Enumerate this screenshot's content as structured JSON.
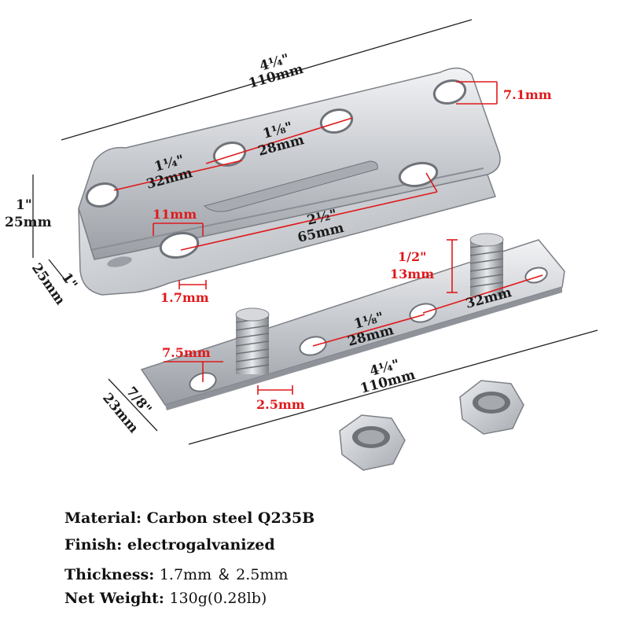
{
  "bracket": {
    "length_in": "4¼\"",
    "length_mm": "110mm",
    "hole_dia": "7.1mm",
    "spacing1_in": "1¼\"",
    "spacing1_mm": "32mm",
    "spacing2_in": "1⅛\"",
    "spacing2_mm": "28mm",
    "height_in": "1\"",
    "height_mm": "25mm",
    "depth_in": "1\"",
    "depth_mm": "25mm",
    "slot_w": "11mm",
    "span_in": "2½\"",
    "span_mm": "65mm",
    "thickness": "1.7mm"
  },
  "plate": {
    "stud_h_in": "1/2\"",
    "stud_h_mm": "13mm",
    "spacing_a_mm": "32mm",
    "spacing_b_in": "1⅛\"",
    "spacing_b_mm": "28mm",
    "hole_dia": "7.5mm",
    "length_in": "4¼\"",
    "length_mm": "110mm",
    "width_in": "7/8\"",
    "width_mm": "23mm",
    "thickness": "2.5mm"
  },
  "specs": [
    {
      "label": "Material:",
      "value": "Carbon steel Q235B"
    },
    {
      "label": "Finish:",
      "value": "electrogalvanized"
    },
    {
      "label": "Thickness:",
      "value": "1.7mm ＆ 2.5mm"
    },
    {
      "label": "Net Weight:",
      "value": "130g(0.28lb)"
    }
  ],
  "colors": {
    "dimension_text": "#1a1a1a",
    "highlight_red": "#e0191b",
    "metal": "#c9ccd1"
  }
}
